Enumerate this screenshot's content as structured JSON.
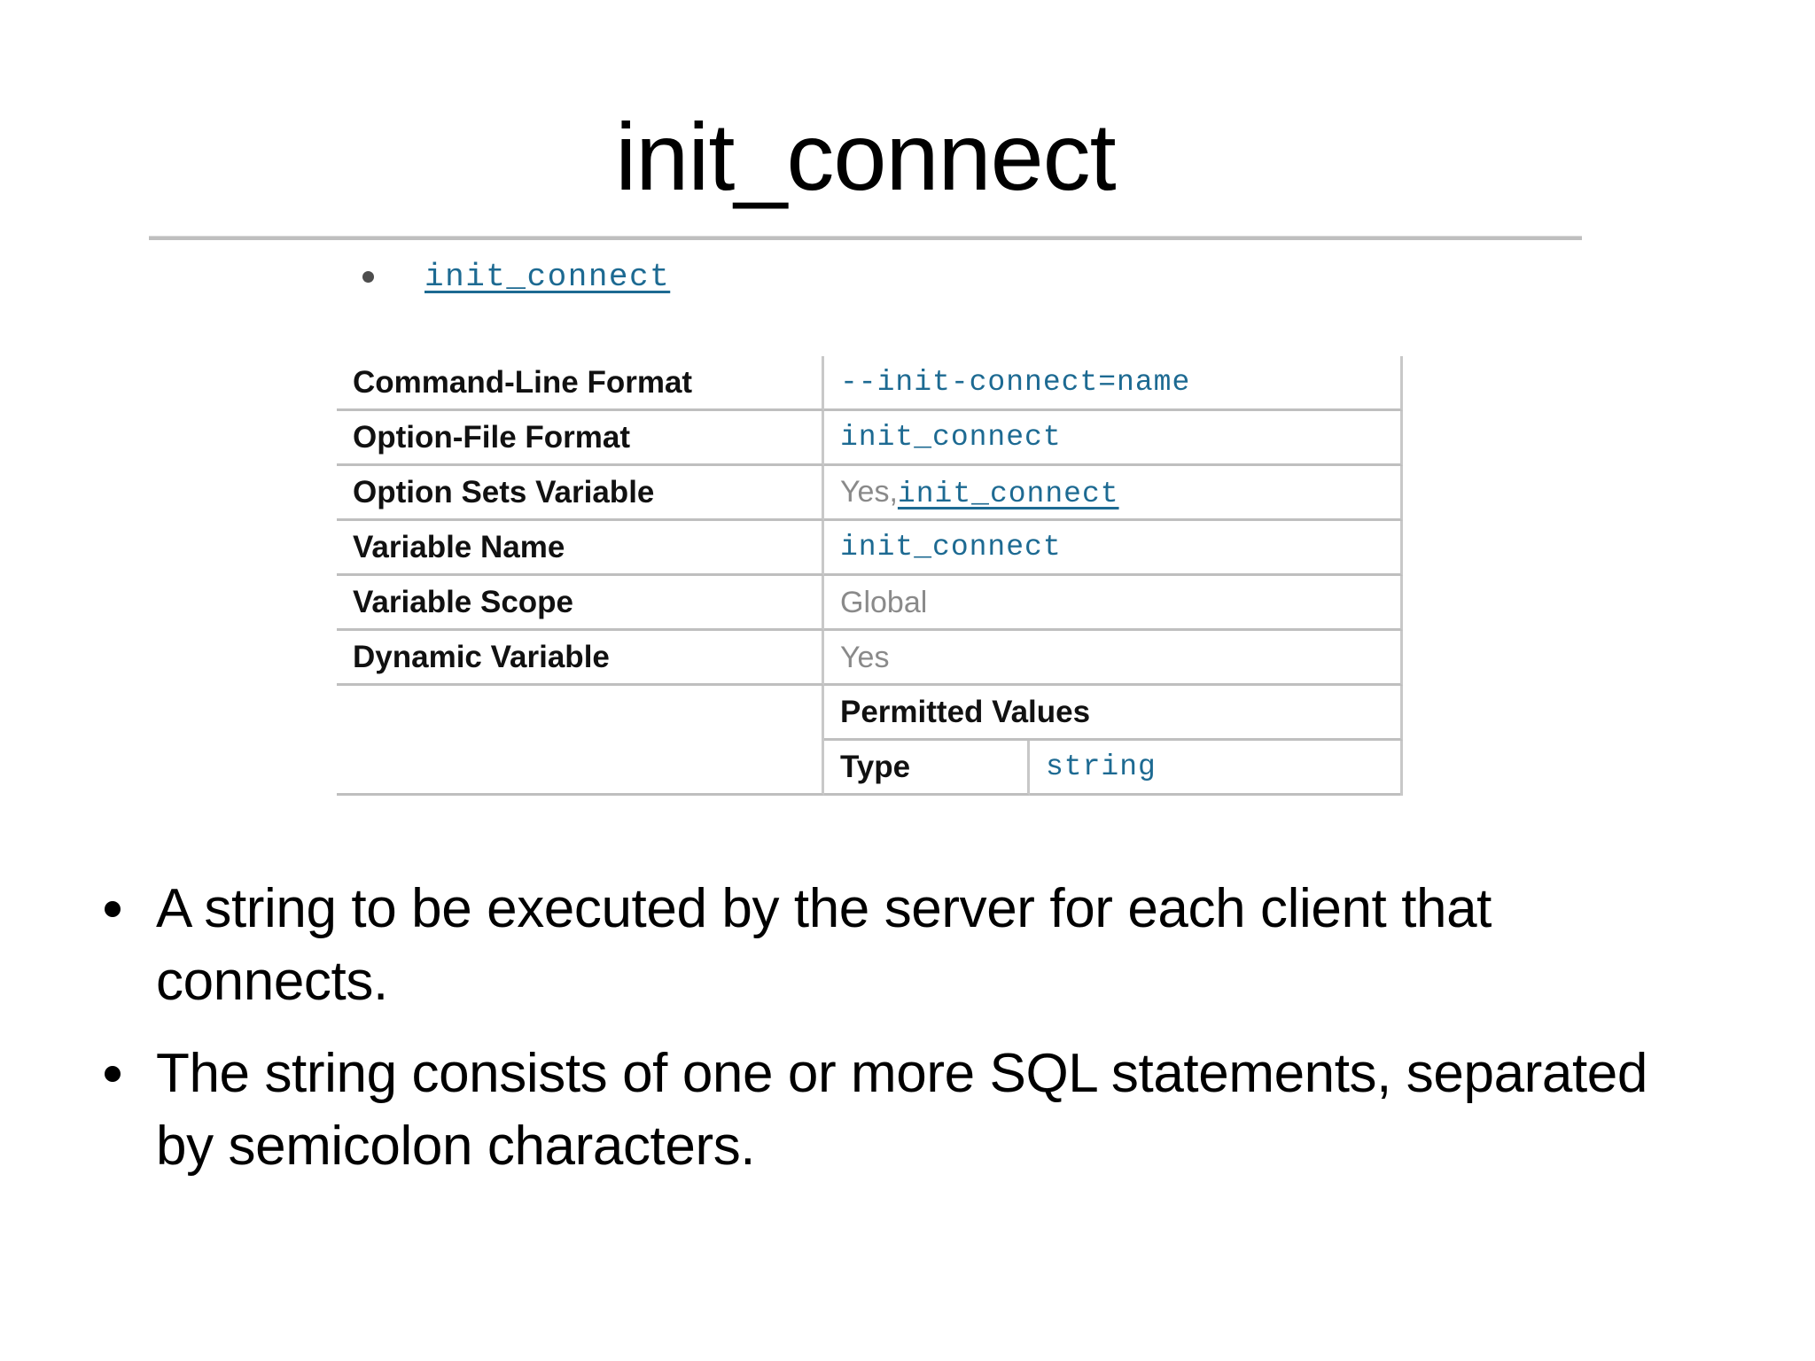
{
  "slide": {
    "title": "init_connect",
    "doc_bullet_link": "init_connect",
    "bullet_icon": "bullet-dot-icon"
  },
  "option_table": {
    "rows": [
      {
        "label": "Command-Line Format",
        "value": "--init-connect=name",
        "value_style": "mono"
      },
      {
        "label": "Option-File Format",
        "value": "init_connect",
        "value_style": "mono"
      },
      {
        "label": "Option Sets Variable",
        "value_prefix": "Yes,",
        "value_link": "init_connect",
        "value_style": "plain-plus-link"
      },
      {
        "label": "Variable Name",
        "value": "init_connect",
        "value_style": "mono"
      },
      {
        "label": "Variable Scope",
        "value": "Global",
        "value_style": "plain"
      },
      {
        "label": "Dynamic Variable",
        "value": "Yes",
        "value_style": "plain"
      },
      {
        "label": "",
        "value": "Permitted Values",
        "value_style": "bold"
      }
    ],
    "permitted_values": {
      "type_label": "Type",
      "type_value": "string"
    }
  },
  "body_bullets": [
    "A string to be executed by the server for each client that connects.",
    "The string consists of one or more SQL statements, separated by semicolon characters."
  ],
  "colors": {
    "link": "#1d6a92",
    "muted_value": "#8a8a8a",
    "rule": "#bfbfbf",
    "cell_border": "#c8c8c8",
    "text": "#000000",
    "background": "#ffffff"
  }
}
